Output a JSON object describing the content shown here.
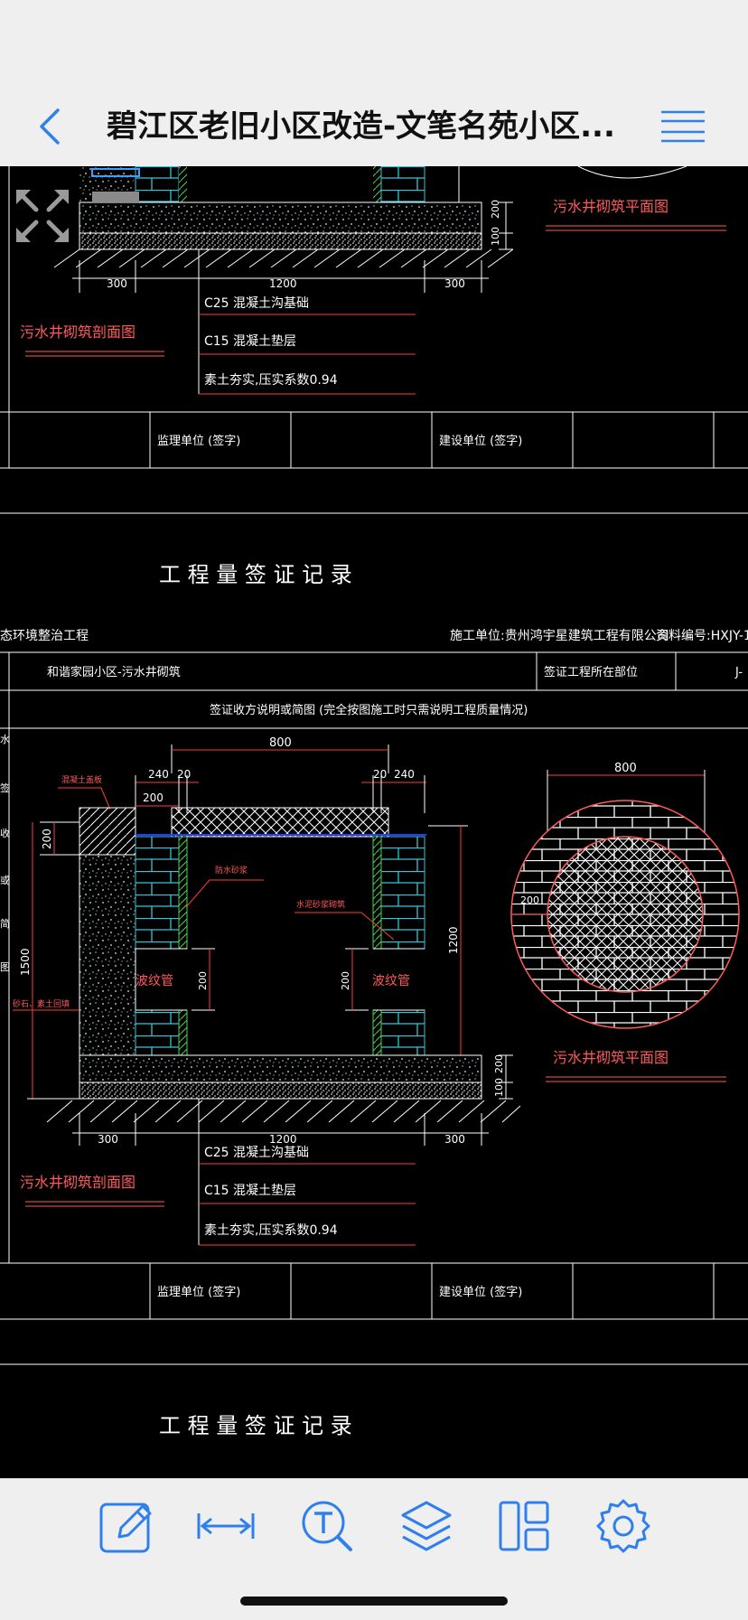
{
  "header": {
    "title": "碧江区老旧小区改造-文笔名苑小区...",
    "back_icon": "chevron-left-icon",
    "menu_icon": "hamburger-menu-icon",
    "accent_color": "#2f80ed"
  },
  "drawing": {
    "top_section": {
      "left_dims": [
        "200",
        "100"
      ],
      "bottom_dims": [
        "300",
        "1200",
        "300"
      ],
      "legend": [
        "C25 混凝土沟基础",
        "C15 混凝土垫层",
        "素土夯实,压实系数0.94"
      ],
      "section_title": "污水井砌筑剖面图",
      "plan_title": "污水井砌筑平面图",
      "supervisor_label": "监理单位 (签字)",
      "builder_label": "建设单位 (签字)"
    },
    "record_title": "工  程  量  签  证  记  录",
    "project_name": "态环境整治工程",
    "contractor": "施工单位:贵州鸿宇星建筑工程有限公司",
    "doc_number": "资料编号:HXJY-1",
    "location": "和谐家园小区-污水井砌筑",
    "location_label": "签证工程所在部位",
    "location_code": "J-",
    "sketch_header": "签证收方说明或简图 (完全按图施工时只需说明工程质量情况)",
    "dims": {
      "top_width": "800",
      "wall_240_left": "240",
      "gap_20_left": "20",
      "gap_20_right": "20",
      "wall_240_right": "240",
      "cap_200": "200",
      "side_200": "200",
      "total_1500": "1500",
      "height_1200": "1200",
      "pipe_200_left": "200",
      "pipe_200_right": "200",
      "base_200": "200",
      "base_100": "100",
      "bottom_300_left": "300",
      "bottom_1200": "1200",
      "bottom_300_right": "300",
      "plan_800": "800",
      "plan_200": "200"
    },
    "annotations": {
      "concrete_cover": "混凝土盖板",
      "waterproof": "防水砂浆",
      "brick_wall": "水泥砂浆砌筑",
      "pipe_left": "波纹管",
      "pipe_right": "波纹管",
      "backfill": "砂石、素土回填"
    },
    "legend": [
      "C25 混凝土沟基础",
      "C15 混凝土垫层",
      "素土夯实,压实系数0.94"
    ],
    "section_title": "污水井砌筑剖面图",
    "plan_title": "污水井砌筑平面图",
    "supervisor_label": "监理单位 (签字)",
    "builder_label": "建设单位 (签字)",
    "left_side_chars": [
      "水",
      "签",
      "收",
      "或",
      "简",
      "图"
    ],
    "record_title_2": "工  程  量  签  证  记  录"
  },
  "toolbar": {
    "items": [
      {
        "icon": "edit-icon",
        "label": "edit"
      },
      {
        "icon": "measure-icon",
        "label": "measure"
      },
      {
        "icon": "text-search-icon",
        "label": "text-search"
      },
      {
        "icon": "layers-icon",
        "label": "layers"
      },
      {
        "icon": "layout-icon",
        "label": "layout"
      },
      {
        "icon": "settings-icon",
        "label": "settings"
      }
    ],
    "icon_color": "#2f80ed"
  }
}
